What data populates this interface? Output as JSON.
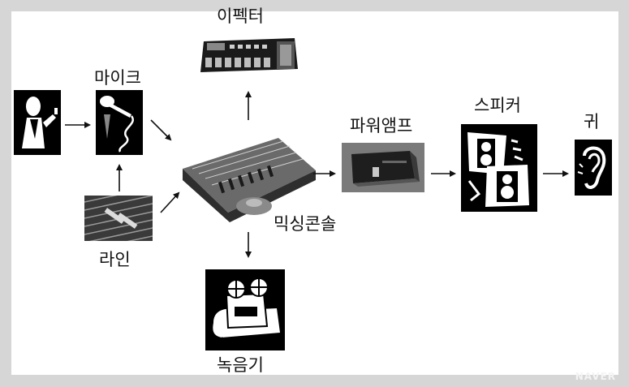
{
  "labels": {
    "mic": "마이크",
    "effector": "이펙터",
    "line": "라인",
    "mixer": "믹싱콘솔",
    "recorder": "녹음기",
    "power_amp": "파워앰프",
    "speaker": "스피커",
    "ear": "귀"
  },
  "watermark": "NAVER",
  "icons": {
    "singer": "singer-icon",
    "microphone": "microphone-icon",
    "line": "line-cable-icon",
    "effector": "effector-pedal-icon",
    "mixer": "mixing-console-icon",
    "recorder": "tape-recorder-icon",
    "power_amp": "power-amplifier-icon",
    "speaker": "speaker-icon",
    "ear": "ear-icon"
  },
  "colors": {
    "background": "#d6d6d6",
    "canvas": "#ffffff",
    "ink": "#111111"
  }
}
